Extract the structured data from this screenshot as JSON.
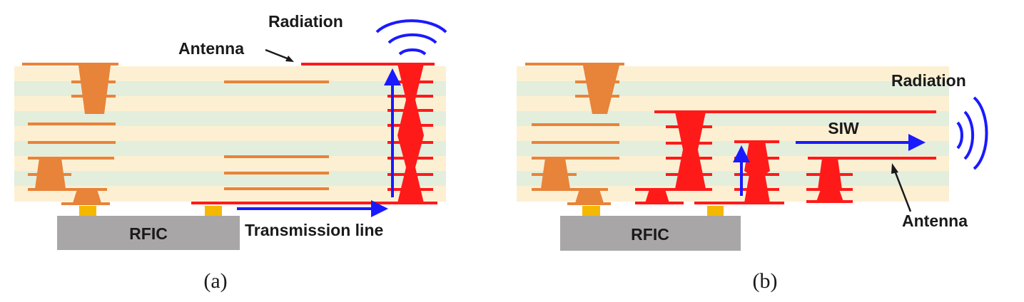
{
  "panel_a": {
    "caption": "(a)",
    "labels": {
      "radiation": "Radiation",
      "antenna": "Antenna",
      "rfic": "RFIC",
      "transmission_line": "Transmission line"
    }
  },
  "panel_b": {
    "caption": "(b)",
    "labels": {
      "radiation": "Radiation",
      "antenna": "Antenna",
      "rfic": "RFIC",
      "siw": "SIW"
    }
  },
  "colors": {
    "substrate_cream": "#fdf0d2",
    "substrate_green": "#e3eedd",
    "metal_orange": "#e8833a",
    "signal_red": "#ff1a1a",
    "flow_blue": "#1a1aff",
    "bump_yellow": "#f5b800",
    "chip_gray": "#a8a6a6"
  }
}
